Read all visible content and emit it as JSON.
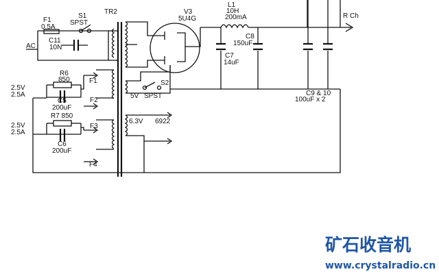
{
  "labels": {
    "tr2": "TR2",
    "f1": "F1",
    "f1_rating": "0.5A",
    "s1": "S1",
    "s1_type": "SPST",
    "ac": "AC",
    "c11": "C11",
    "c11_value": "10N",
    "v3": "V3",
    "v3_type": "5U4G",
    "l1": "L1",
    "l1_value": "10H",
    "l1_current": "200mA",
    "c8": "C8",
    "c8_value": "150uF",
    "c7": "C7",
    "c7_value": "14uF",
    "rch": "R Ch",
    "r6": "R6",
    "r6_value": "850",
    "c5": "C5",
    "c5_value": "200uF",
    "volt1": "2.5V",
    "amp1": "2.5A",
    "fuse_f1": "F1",
    "fuse_f2": "F2",
    "fuse_f3": "F3",
    "fuse_f4": "F4",
    "s2": "S2",
    "v5": "5V",
    "s2_type": "SPST",
    "c9_10": "C9 & 10",
    "c9_10_value": "100uF x 2",
    "r7": "R7 850",
    "c6": "C6",
    "c6_value": "200uF",
    "volt2": "2.5V",
    "amp2": "2.5A",
    "v63": "6.3V",
    "tube6922": "6922"
  },
  "watermark": {
    "chinese": "矿石收音机",
    "url": "www.crystalradio.cn",
    "color": "#1f56a6"
  }
}
